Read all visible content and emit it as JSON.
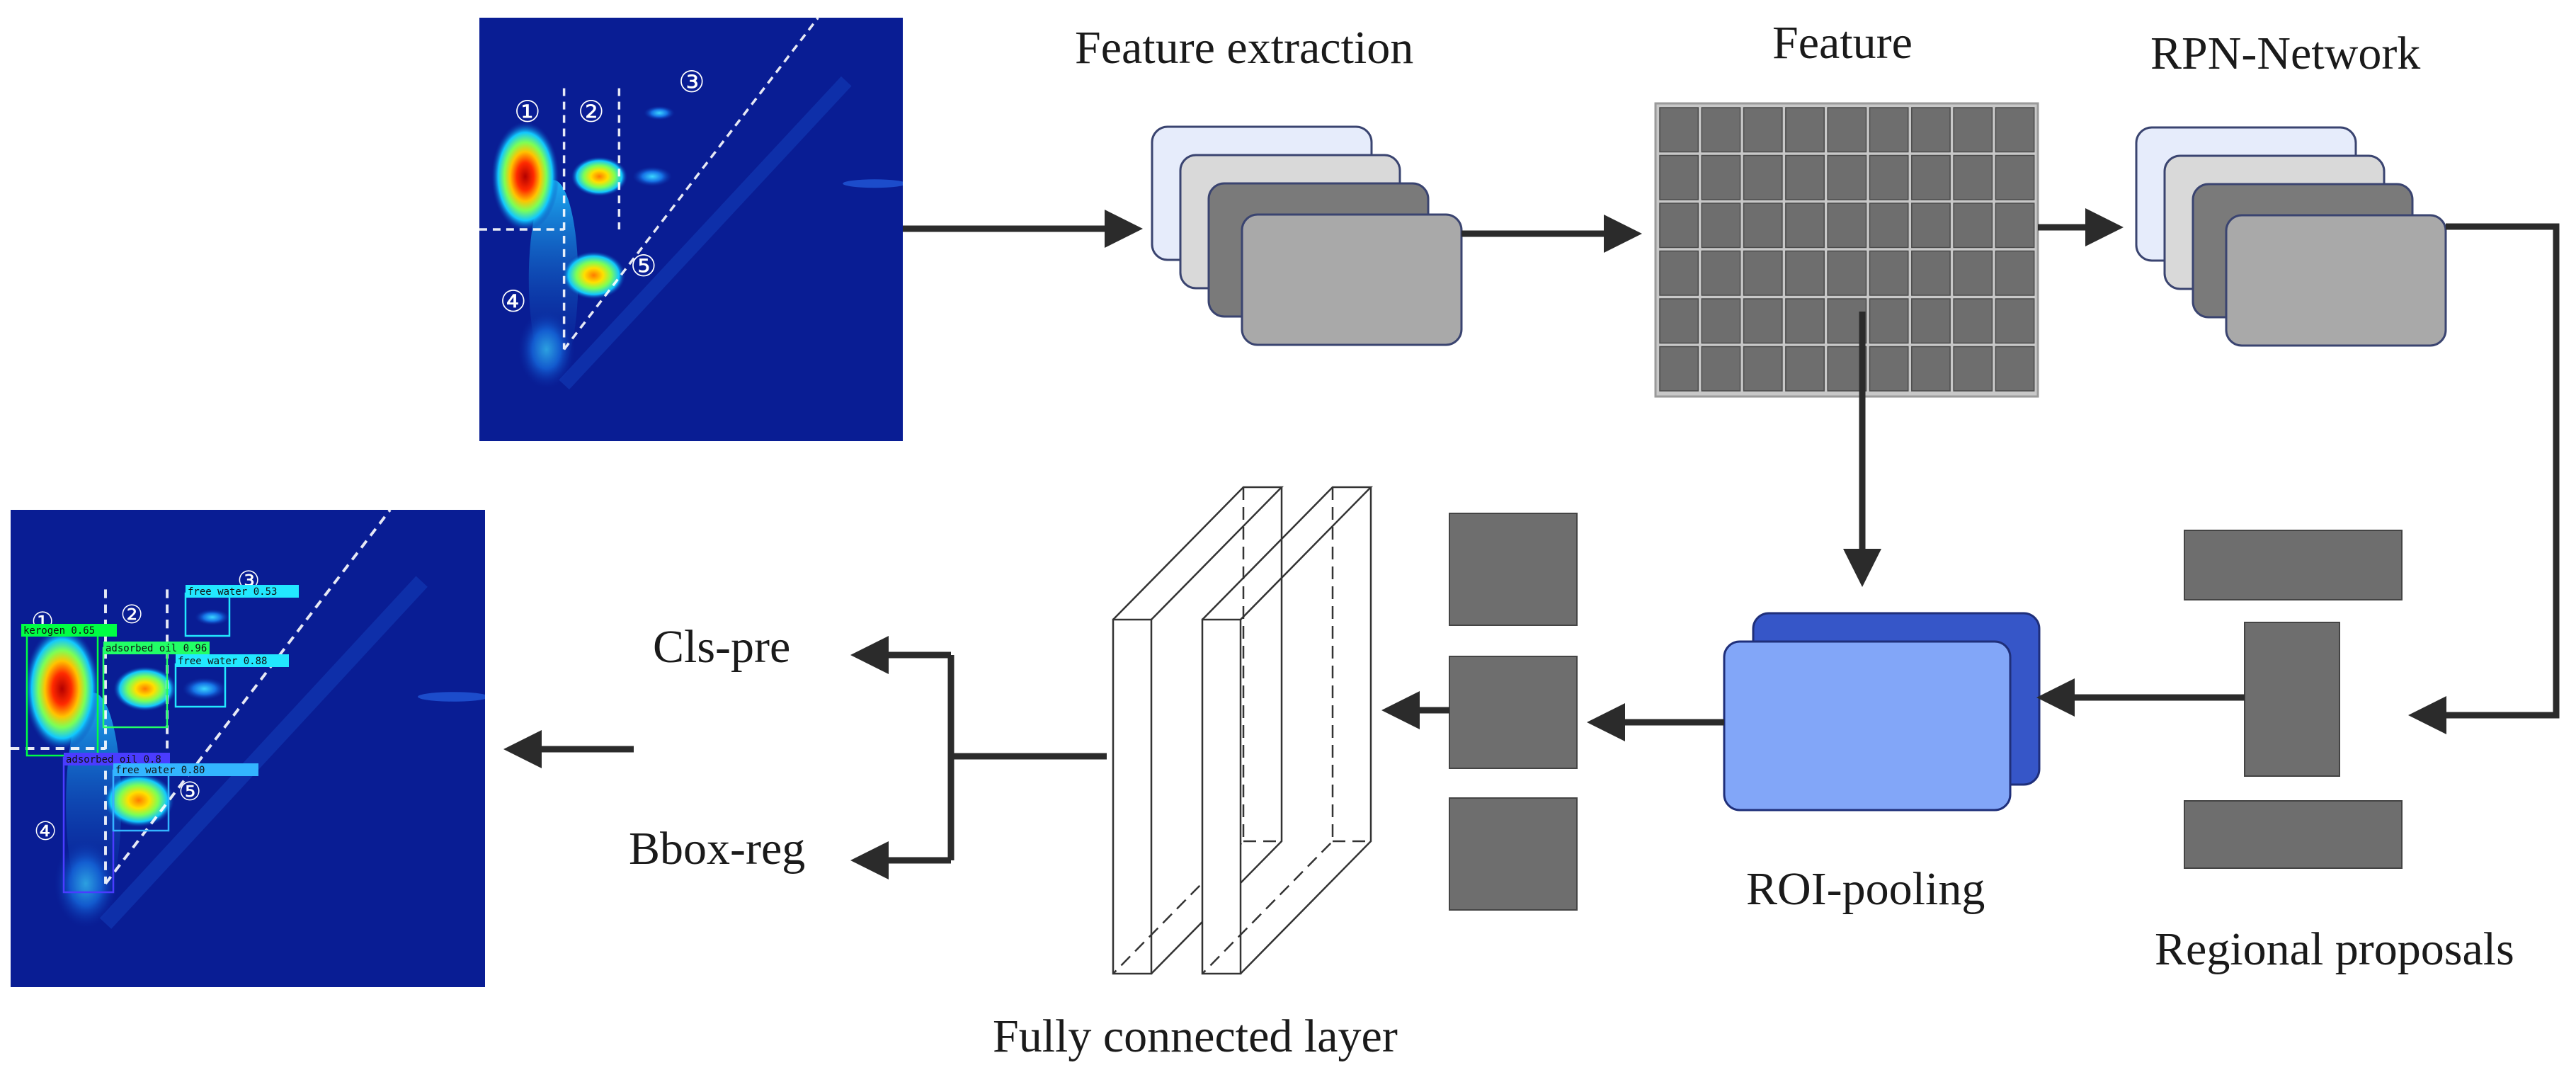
{
  "labels": {
    "feature_extraction": "Feature extraction",
    "feature": "Feature",
    "rpn_network": "RPN-Network",
    "regional_proposals": "Regional proposals",
    "roi_pooling": "ROI-pooling",
    "fully_connected_layer": "Fully connected layer",
    "cls_pre": "Cls-pre",
    "bbox_reg": "Bbox-reg"
  },
  "input_map": {
    "regions": [
      "①",
      "②",
      "③",
      "④",
      "⑤"
    ]
  },
  "output_map": {
    "regions": [
      "①",
      "②",
      "③",
      "④",
      "⑤"
    ],
    "detections": [
      {
        "label": "kerogen 0.65",
        "color": "#00ff44"
      },
      {
        "label": "adsorbed oil 0.96",
        "color": "#22ff66"
      },
      {
        "label": "free water 0.53",
        "color": "#22e8ff"
      },
      {
        "label": "free water 0.88",
        "color": "#22e8ff"
      },
      {
        "label": "adsorbed oil 0.8",
        "color": "#4a3cff"
      },
      {
        "label": "free water 0.80",
        "color": "#33b5ff"
      }
    ]
  },
  "colors": {
    "map_background": "#08188f",
    "feature_cell": "#6e6e6e",
    "roi_front": "#82a6f8",
    "roi_back": "#3656c8",
    "proposal_block": "#6e6e6e",
    "arrow": "#2b2b2b"
  }
}
